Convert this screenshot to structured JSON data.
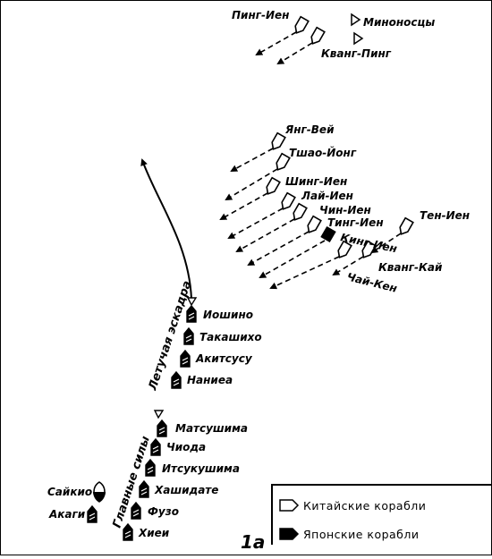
{
  "chinese_ships": {
    "ping_yen": "Пинг-Иен",
    "kwang_ping": "Кванг-Пинг",
    "torpedo_boats": "Миноносцы",
    "yang_wei": "Янг-Вей",
    "chao_yung": "Тшао-Йонг",
    "ching_yuen": "Шинг-Иен",
    "lai_yuen": "Лай-Иен",
    "chin_yen": "Чин-Иен",
    "ting_yuen": "Тинг-Иен",
    "king_yuen": "Кинг-Иен",
    "ten_yuen": "Тен-Иен",
    "kwang_chia": "Кванг-Кай",
    "tsi_yuen": "Чай-Кен"
  },
  "japanese_ships": {
    "yoshino": "Иошино",
    "takachiho": "Такашихо",
    "akitsushima": "Акитсусу",
    "naniwa": "Наниеа",
    "matsushima": "Матсушима",
    "chiyoda": "Чиода",
    "itsukushima": "Итсукушима",
    "hashidate": "Хашидате",
    "fuso": "Фузо",
    "hiei": "Хиеи",
    "saikio": "Сайкио",
    "akagi": "Акаги"
  },
  "groups": {
    "flying_squadron": "Летучая эскадра",
    "main_forces": "Главные силы"
  },
  "legend": {
    "chinese": "Китайские корабли",
    "japanese": "Японские корабли"
  },
  "figure_number": "1а"
}
